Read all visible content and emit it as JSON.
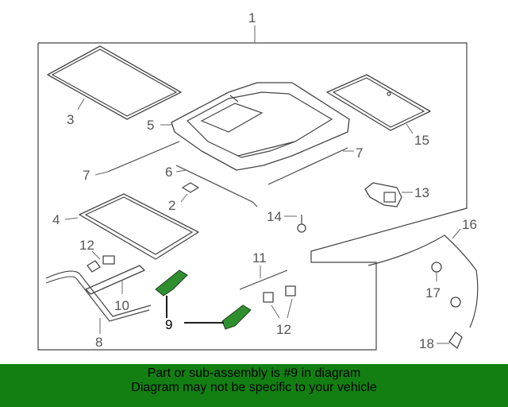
{
  "diagram": {
    "callouts": {
      "c1": "1",
      "c2": "2",
      "c3": "3",
      "c4": "4",
      "c5": "5",
      "c6": "6",
      "c7a": "7",
      "c7b": "7",
      "c8": "8",
      "c9": "9",
      "c10": "10",
      "c11": "11",
      "c12a": "12",
      "c12b": "12",
      "c13": "13",
      "c14": "14",
      "c15": "15",
      "c16": "16",
      "c17": "17",
      "c18": "18"
    },
    "highlighted_part": "9",
    "highlight_color": "#2f8f2f"
  },
  "banner": {
    "line1": "Part or sub-assembly is #9 in diagram",
    "line2": "Diagram may not be specific to your vehicle",
    "background": "#137f13"
  }
}
